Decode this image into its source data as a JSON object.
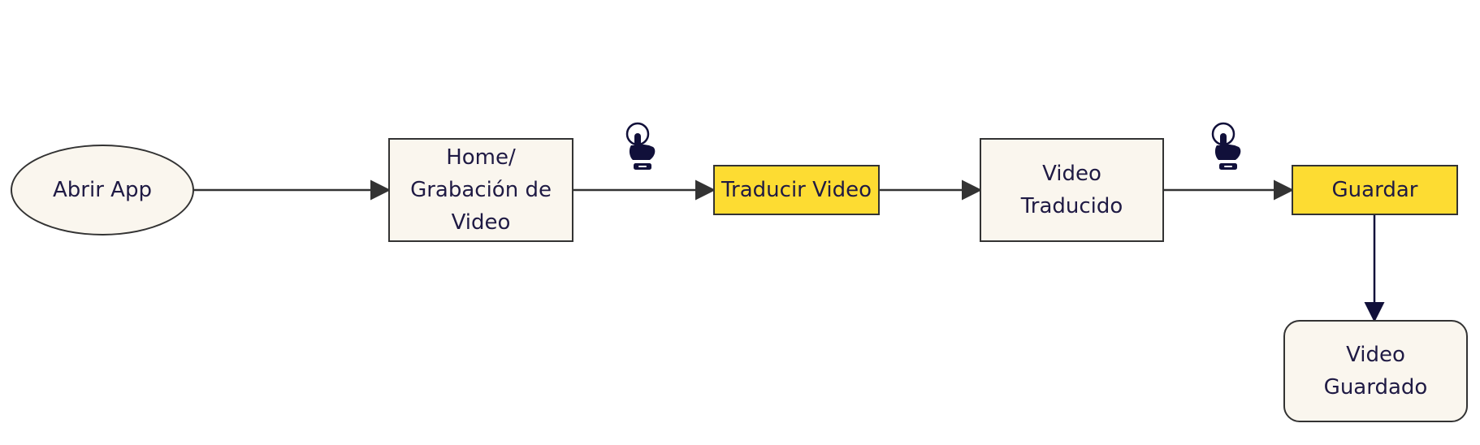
{
  "nodes": {
    "abrir_app": "Abrir App",
    "home": "Home/\nGrabación de\nVideo",
    "traducir": "Traducir Video",
    "video_traducido": "Video\nTraducido",
    "guardar": "Guardar",
    "video_guardado": "Video\nGuardado"
  },
  "icons": {
    "tap_1": "tap-hand-icon",
    "tap_2": "tap-hand-icon"
  },
  "colors": {
    "node_fill": "#faf6ee",
    "action_fill": "#fddc32",
    "stroke": "#333333",
    "text": "#1f1a44",
    "icon": "#11103a",
    "down_arrow": "#11103a"
  }
}
